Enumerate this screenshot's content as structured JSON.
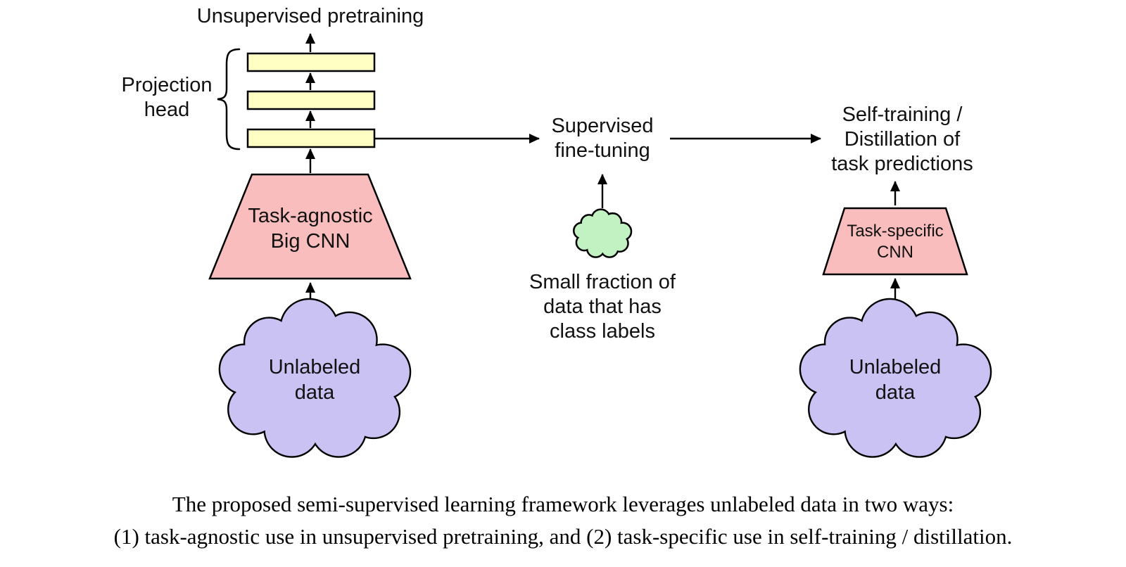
{
  "diagram": {
    "unsupervised_pretraining": "Unsupervised pretraining",
    "projection_head": {
      "line1": "Projection",
      "line2": "head"
    },
    "big_cnn": {
      "line1": "Task-agnostic",
      "line2": "Big CNN"
    },
    "unlabeled_left": {
      "line1": "Unlabeled",
      "line2": "data"
    },
    "supervised_finetuning": {
      "line1": "Supervised",
      "line2": "fine-tuning"
    },
    "small_fraction": {
      "line1": "Small fraction of",
      "line2": "data that has",
      "line3": "class labels"
    },
    "self_training": {
      "line1": "Self-training /",
      "line2": "Distillation of",
      "line3": "task predictions"
    },
    "task_cnn": {
      "line1": "Task-specific",
      "line2": "CNN"
    },
    "unlabeled_right": {
      "line1": "Unlabeled",
      "line2": "data"
    }
  },
  "caption": {
    "line1": "The proposed semi-supervised learning framework leverages unlabeled data in two ways:",
    "line2": "(1) task-agnostic use in unsupervised pretraining, and (2) task-specific use in self-training / distillation."
  },
  "colors": {
    "projection_fill": "#FFFFC4",
    "cnn_fill": "#F9BDBD",
    "unlabeled_cloud_fill": "#C9C2F2",
    "labeled_cloud_fill": "#C2F2C2",
    "stroke": "#000000"
  }
}
